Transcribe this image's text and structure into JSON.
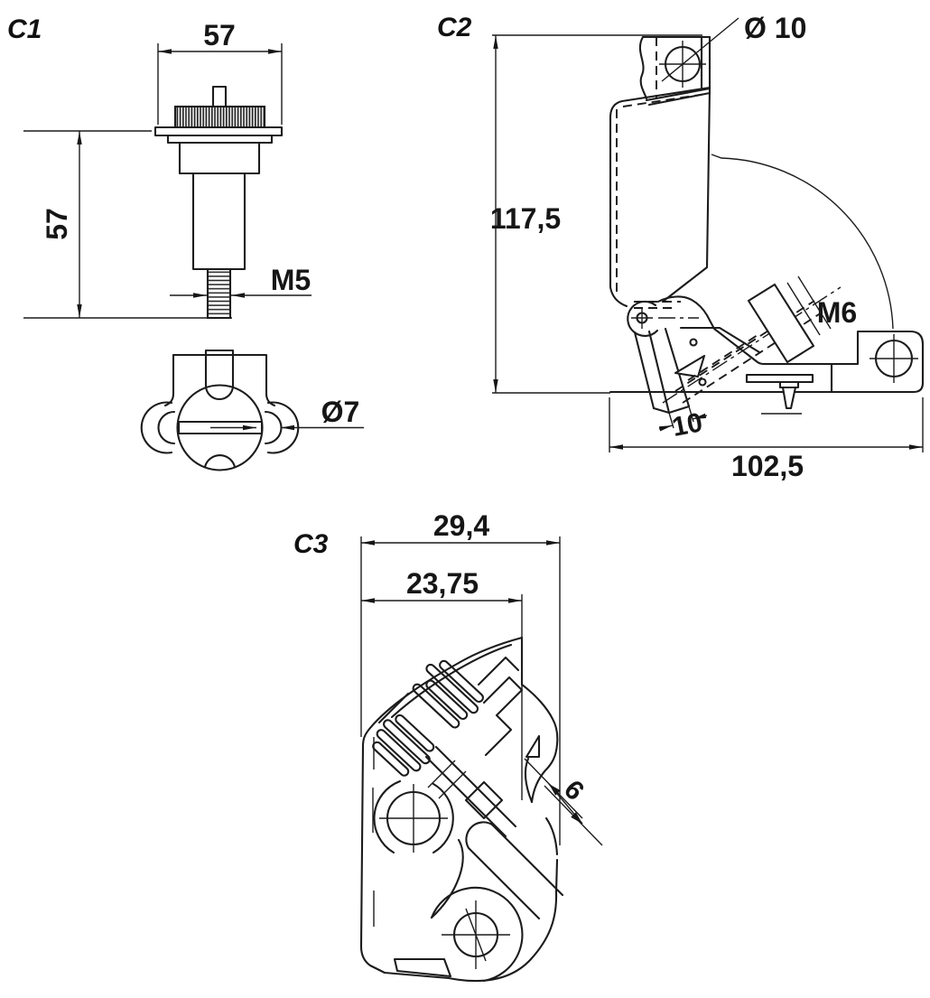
{
  "drawing": {
    "background": "#ffffff",
    "line_color": "#1c1c1c",
    "views": {
      "c1": {
        "label": "C1",
        "dims": {
          "width": "57",
          "height": "57",
          "thread": "M5",
          "pin_diameter": "Ø7"
        }
      },
      "c2": {
        "label": "C2",
        "dims": {
          "hole_diameter": "Ø 10",
          "height": "117,5",
          "thread": "M6",
          "arm_width": "10",
          "width": "102,5"
        }
      },
      "c3": {
        "label": "C3",
        "dims": {
          "width_outer": "29,4",
          "width_inner": "23,75",
          "slot_gap": "6"
        }
      }
    }
  }
}
